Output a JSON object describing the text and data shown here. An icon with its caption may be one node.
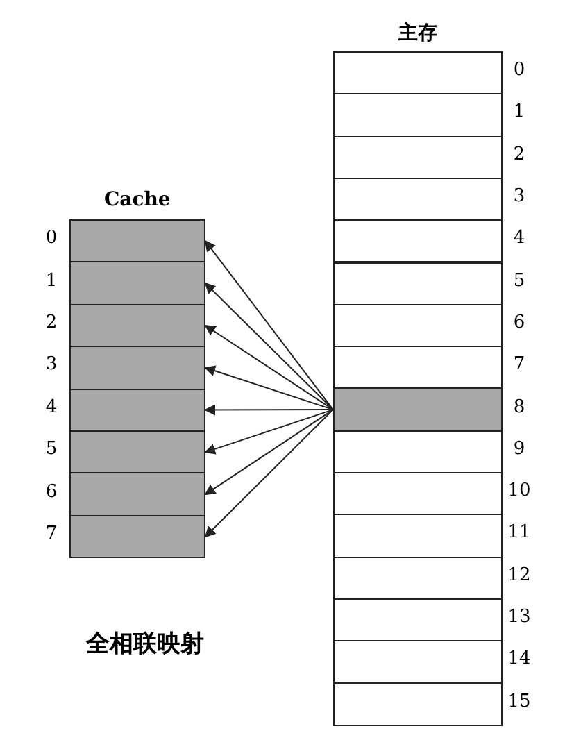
{
  "diagram": {
    "caption": "全相联映射",
    "nodes": [
      {
        "text": [
          "Cache"
        ]
      },
      {
        "text": [],
        "shape": "box",
        "in": 0,
        "beside": [
          "0"
        ]
      },
      {
        "text": [],
        "shape": "box",
        "in": 0,
        "beside": [
          "1"
        ]
      },
      {
        "text": [],
        "shape": "box",
        "in": 0,
        "beside": [
          "2"
        ]
      },
      {
        "text": [],
        "shape": "box",
        "in": 0,
        "beside": [
          "3"
        ]
      },
      {
        "text": [],
        "shape": "box",
        "in": 0,
        "beside": [
          "4"
        ]
      },
      {
        "text": [],
        "shape": "box",
        "in": 0,
        "beside": [
          "5"
        ]
      },
      {
        "text": [],
        "shape": "box",
        "in": 0,
        "beside": [
          "6"
        ]
      },
      {
        "text": [],
        "shape": "box",
        "in": 0,
        "beside": [
          "7"
        ]
      },
      {
        "text": [
          "主存"
        ]
      },
      {
        "text": [],
        "shape": "box",
        "in": 9,
        "beside": [
          "0"
        ]
      },
      {
        "text": [],
        "shape": "box",
        "in": 9,
        "beside": [
          "1"
        ]
      },
      {
        "text": [],
        "shape": "box",
        "in": 9,
        "beside": [
          "2"
        ]
      },
      {
        "text": [],
        "shape": "box",
        "in": 9,
        "beside": [
          "3"
        ]
      },
      {
        "text": [],
        "shape": "box",
        "in": 9,
        "beside": [
          "4"
        ]
      },
      {
        "text": [],
        "shape": "box",
        "in": 9,
        "beside": [
          "5"
        ]
      },
      {
        "text": [],
        "shape": "box",
        "in": 9,
        "beside": [
          "6"
        ]
      },
      {
        "text": [],
        "shape": "box",
        "in": 9,
        "beside": [
          "7"
        ]
      },
      {
        "text": [],
        "shape": "box",
        "in": 9,
        "beside": [
          "8"
        ]
      },
      {
        "text": [],
        "shape": "box",
        "in": 9,
        "beside": [
          "9"
        ]
      },
      {
        "text": [],
        "shape": "box",
        "in": 9,
        "beside": [
          "10"
        ]
      },
      {
        "text": [],
        "shape": "box",
        "in": 9,
        "beside": [
          "11"
        ]
      },
      {
        "text": [],
        "shape": "box",
        "in": 9,
        "beside": [
          "12"
        ]
      },
      {
        "text": [],
        "shape": "box",
        "in": 9,
        "beside": [
          "13"
        ]
      },
      {
        "text": [],
        "shape": "box",
        "in": 9,
        "beside": [
          "14"
        ]
      },
      {
        "text": [],
        "shape": "box",
        "in": 9,
        "beside": [
          "15"
        ]
      }
    ],
    "edges": [
      {
        "from": 18,
        "to": 1,
        "arrow": "to"
      },
      {
        "from": 18,
        "to": 2,
        "arrow": "to"
      },
      {
        "from": 18,
        "to": 3,
        "arrow": "to"
      },
      {
        "from": 18,
        "to": 4,
        "arrow": "to"
      },
      {
        "from": 18,
        "to": 5,
        "arrow": "to"
      },
      {
        "from": 18,
        "to": 6,
        "arrow": "to"
      },
      {
        "from": 18,
        "to": 7,
        "arrow": "to"
      },
      {
        "from": 18,
        "to": 8,
        "arrow": "to"
      }
    ]
  }
}
